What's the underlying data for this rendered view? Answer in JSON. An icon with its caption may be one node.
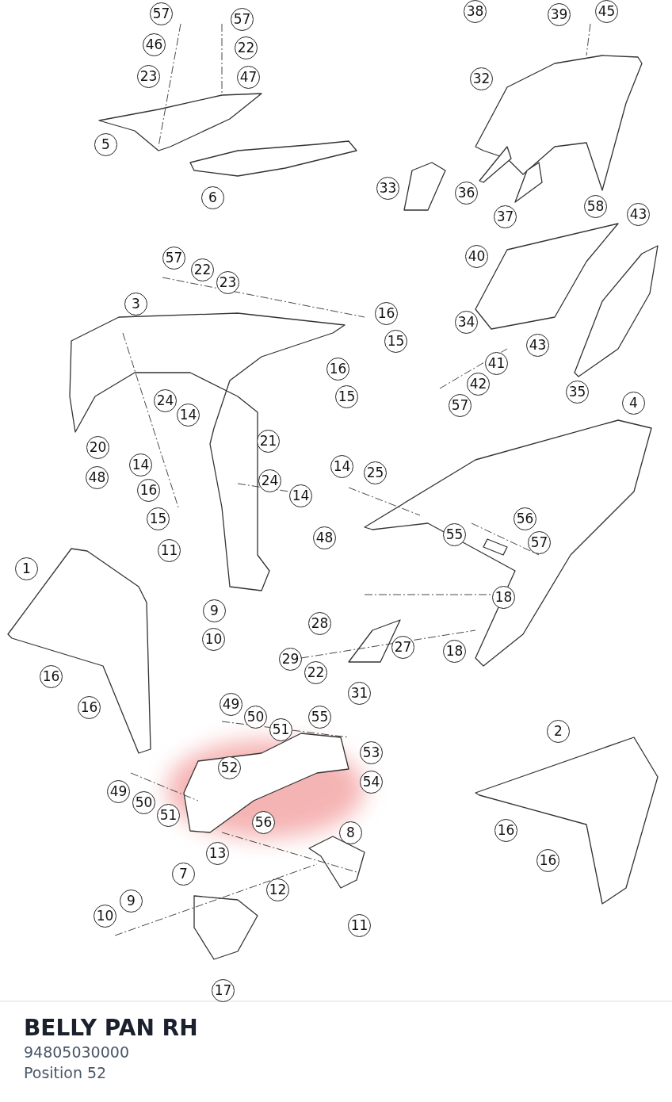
{
  "diagram": {
    "title": "BELLY PAN RH",
    "labels": [
      "57",
      "57",
      "38",
      "39",
      "45",
      "46",
      "22",
      "23",
      "47",
      "32",
      "5",
      "33",
      "36",
      "6",
      "37",
      "58",
      "43",
      "57",
      "40",
      "22",
      "23",
      "3",
      "16",
      "34",
      "15",
      "43",
      "41",
      "16",
      "42",
      "15",
      "24",
      "14",
      "57",
      "35",
      "4",
      "21",
      "20",
      "14",
      "14",
      "25",
      "48",
      "16",
      "24",
      "14",
      "15",
      "56",
      "55",
      "48",
      "57",
      "11",
      "1",
      "18",
      "9",
      "28",
      "10",
      "27",
      "18",
      "29",
      "22",
      "16",
      "31",
      "16",
      "49",
      "50",
      "51",
      "55",
      "2",
      "53",
      "52",
      "54",
      "49",
      "50",
      "51",
      "56",
      "16",
      "8",
      "13",
      "16",
      "7",
      "12",
      "9",
      "10",
      "11",
      "17",
      "94805030000",
      "Position 52"
    ]
  }
}
